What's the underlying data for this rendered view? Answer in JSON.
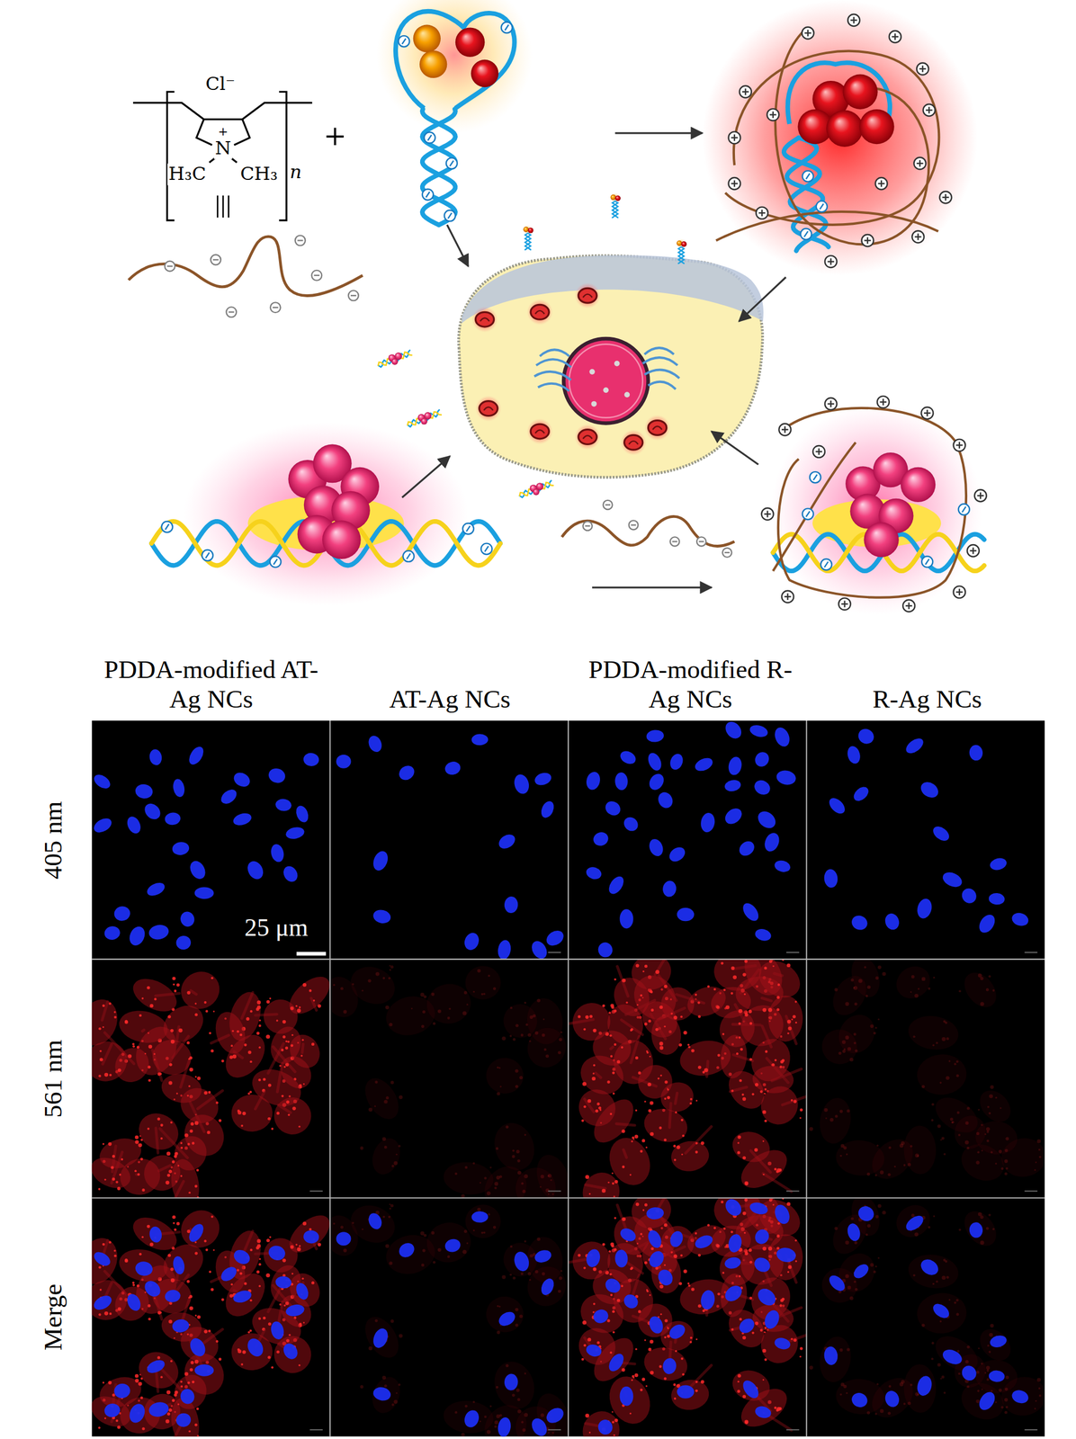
{
  "diagram": {
    "labels": [
      "Cl⁻",
      "+",
      "N",
      "H₃C",
      "CH₃",
      "n",
      "+",
      "PDDA-modified AT-Ag NCs",
      "AT-Ag NCs",
      "PDDA-modified R-Ag NCs",
      "R-Ag NCs",
      "405 nm",
      "561 nm",
      "Merge",
      "25 μm"
    ]
  }
}
